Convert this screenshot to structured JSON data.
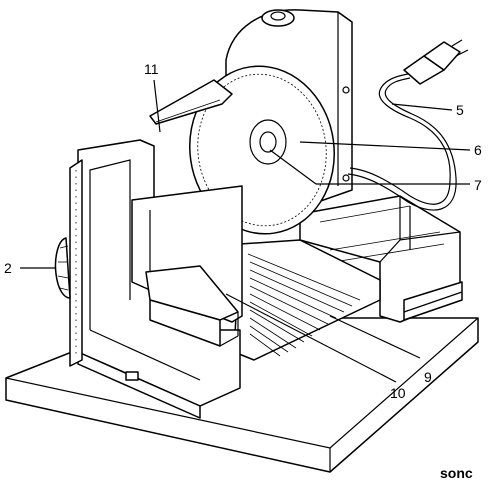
{
  "labels": {
    "l2": "2",
    "l5": "5",
    "l6": "6",
    "l7": "7",
    "l9": "9",
    "l10": "10",
    "l11": "11"
  },
  "brand_text": "sonc"
}
